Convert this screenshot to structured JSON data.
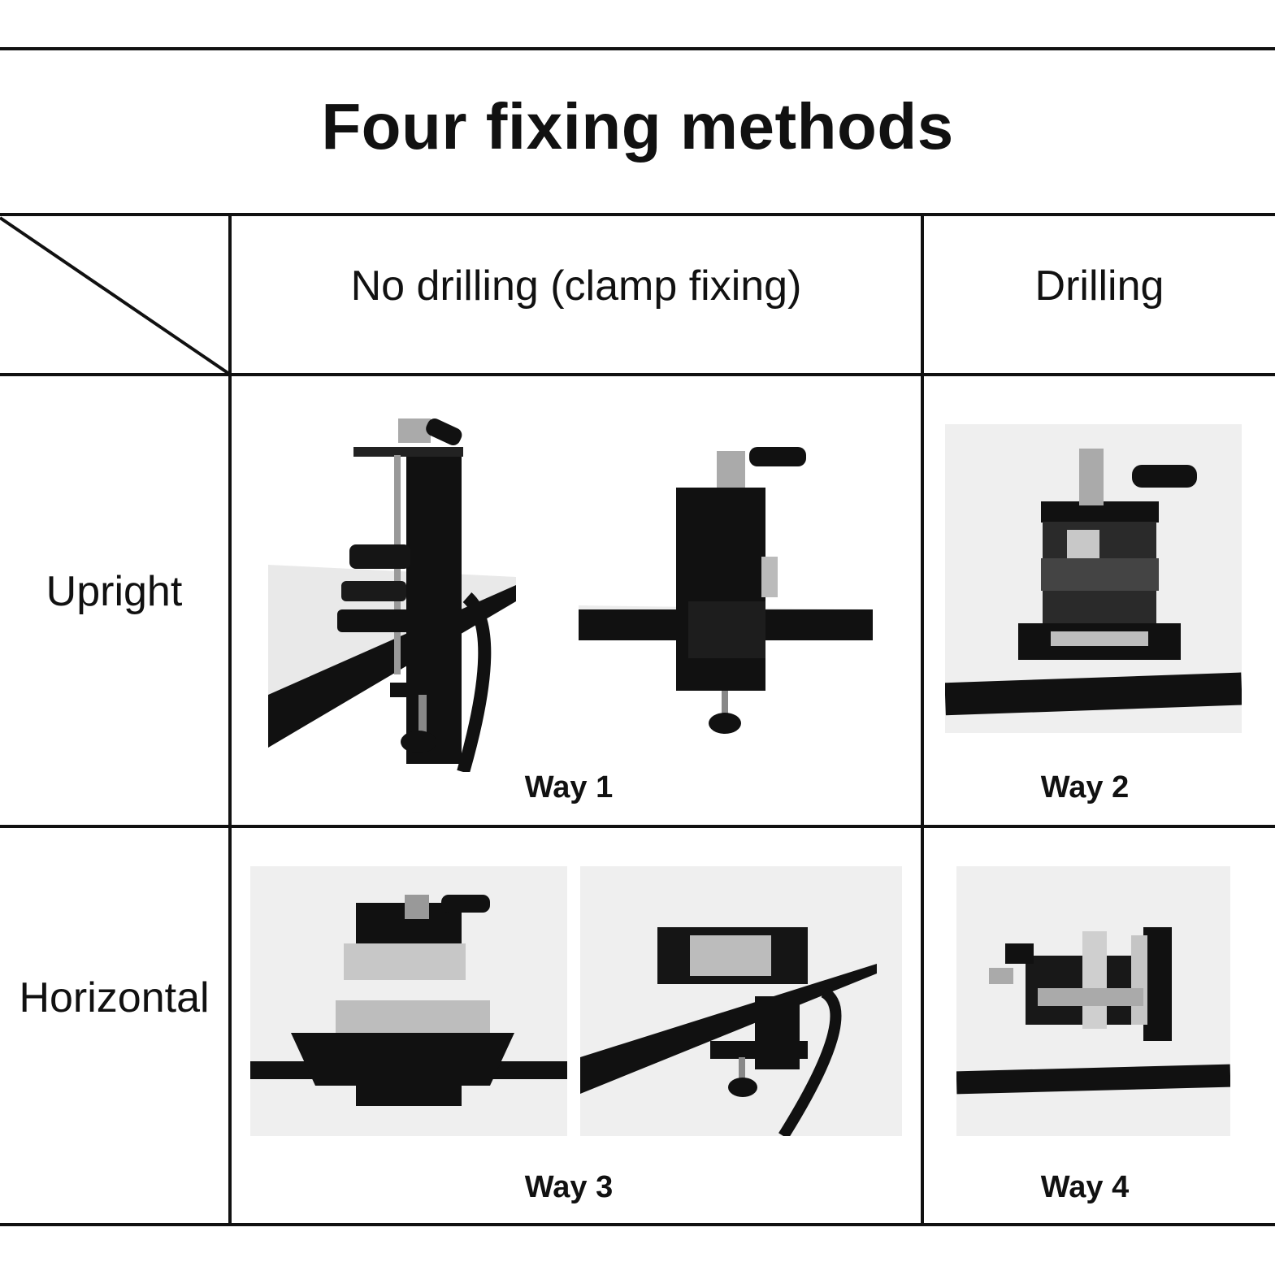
{
  "title": "Four fixing methods",
  "columns": {
    "no_drilling": "No drilling (clamp fixing)",
    "drilling": "Drilling"
  },
  "rows": {
    "upright": "Upright",
    "horizontal": "Horizontal"
  },
  "ways": {
    "way1": "Way 1",
    "way2": "Way 2",
    "way3": "Way 3",
    "way4": "Way 4"
  }
}
